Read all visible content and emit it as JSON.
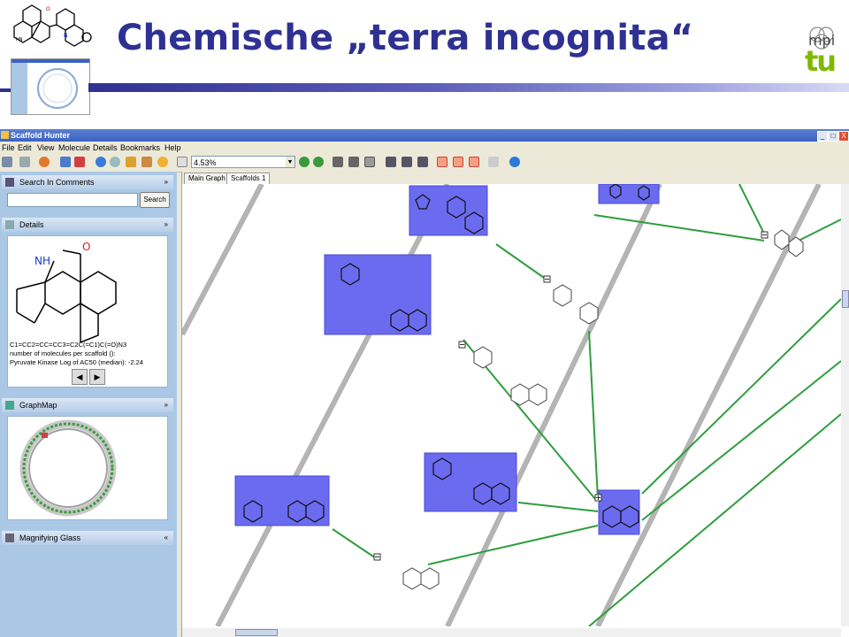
{
  "slide": {
    "title": "Chemische „terra incognita“",
    "logo_mpi": "mpi",
    "logo_tu": "tu"
  },
  "window": {
    "title": "Scaffold Hunter",
    "controls": [
      "_",
      "□",
      "X"
    ]
  },
  "menu": [
    "File",
    "Edit",
    "View",
    "Molecule",
    "Details",
    "Bookmarks",
    "Help"
  ],
  "toolbar": {
    "zoom_value": "4.53%"
  },
  "sidebar": {
    "search": {
      "title": "Search In Comments",
      "input_value": "",
      "button_label": "Search"
    },
    "details": {
      "title": "Details",
      "smiles": "C1=CC2=CC=CC3=C2C(=C1)C(=O)N3",
      "line2": "number of molecules per scaffold ():",
      "line3_label": "Pyruvate Kinase Log of AC50 (median):",
      "line3_value": "-2.24",
      "atom_nh": "NH",
      "atom_o": "O"
    },
    "graphmap": {
      "title": "GraphMap"
    },
    "magnifier": {
      "title": "Magnifying Glass"
    }
  },
  "tabs": [
    {
      "label": "Main Graph"
    },
    {
      "label": "Scaffolds 1"
    }
  ],
  "colors": {
    "title": "#2e3192",
    "selected_node": "#6b6bf0",
    "edge": "#2e9e3e",
    "tu_green": "#7fb800"
  }
}
